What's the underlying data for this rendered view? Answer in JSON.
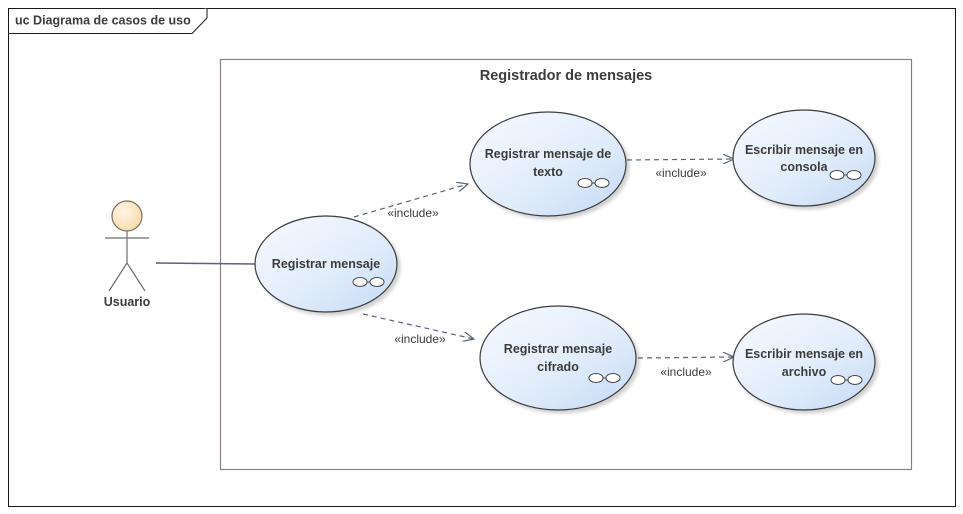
{
  "diagram": {
    "frame_label": "uc Diagrama de casos de uso",
    "system_boundary": {
      "title": "Registrador de mensajes"
    },
    "actor": {
      "name": "Usuario"
    },
    "use_cases": {
      "registrar_mensaje": {
        "line1": "Registrar mensaje",
        "line2": ""
      },
      "registrar_texto": {
        "line1": "Registrar mensaje de",
        "line2": "texto"
      },
      "escribir_consola": {
        "line1": "Escribir mensaje en",
        "line2": "consola"
      },
      "registrar_cifrado": {
        "line1": "Registrar mensaje",
        "line2": "cifrado"
      },
      "escribir_archivo": {
        "line1": "Escribir mensaje en",
        "line2": "archivo"
      }
    },
    "relations": {
      "include_1": "«include»",
      "include_2": "«include»",
      "include_3": "«include»",
      "include_4": "«include»"
    },
    "colors": {
      "ellipse_fill_light": "#f2f7ff",
      "ellipse_fill_dark": "#c8dcf5",
      "ellipse_stroke": "#3c3c3c",
      "actor_head_fill": "#fde5c3",
      "connector": "#5a6478",
      "boundary_stroke": "#8c7f86"
    }
  }
}
